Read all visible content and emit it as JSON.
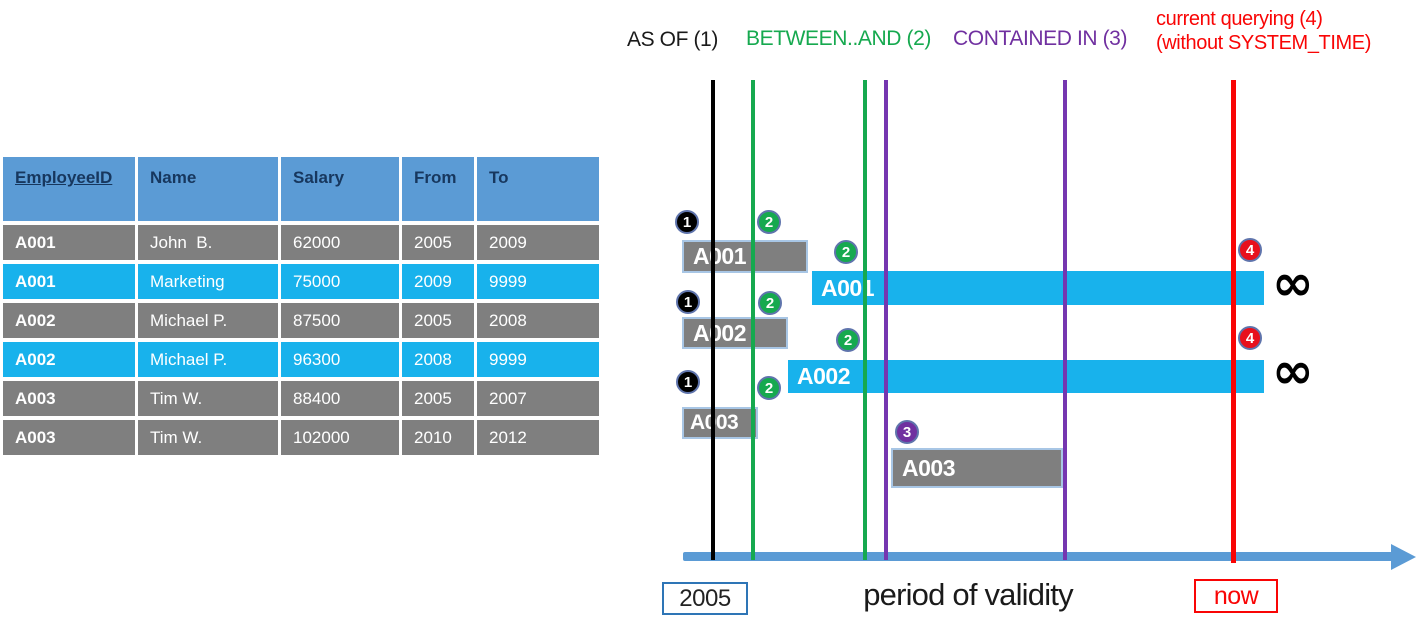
{
  "colors": {
    "header_blue": "#5B9BD5",
    "row_gray": "#7F7F7F",
    "row_cyan": "#18B2EC",
    "green": "#16A94F",
    "purple": "#7030A0",
    "red": "#F90505",
    "black": "#000000",
    "axis_blue": "#5B9BD5",
    "year_box_border": "#2E75B6"
  },
  "table": {
    "columns": [
      "EmployeeID",
      "Name",
      "Salary",
      "From",
      "To"
    ],
    "rows": [
      {
        "variant": "gray",
        "cells": [
          "A001",
          "John  B.",
          "62000",
          "2005",
          "2009"
        ]
      },
      {
        "variant": "cyan",
        "cells": [
          "A001",
          "Marketing",
          "75000",
          "2009",
          "9999"
        ]
      },
      {
        "variant": "gray",
        "cells": [
          "A002",
          "Michael P.",
          "87500",
          "2005",
          "2008"
        ]
      },
      {
        "variant": "cyan",
        "cells": [
          "A002",
          "Michael P.",
          "96300",
          "2008",
          "9999"
        ]
      },
      {
        "variant": "gray",
        "cells": [
          "A003",
          "Tim W.",
          "88400",
          "2005",
          "2007"
        ]
      },
      {
        "variant": "gray",
        "cells": [
          "A003",
          "Tim W.",
          "102000",
          "2010",
          "2012"
        ]
      }
    ]
  },
  "legend": {
    "as_of": "AS OF (1)",
    "between_and": "BETWEEN..AND (2)",
    "contained_in": "CONTAINED IN (3)",
    "current_querying": "current querying (4)\n(without SYSTEM_TIME)"
  },
  "timeline": {
    "bars": [
      {
        "label": "A001",
        "variant": "gray"
      },
      {
        "label": "A001",
        "variant": "cyan"
      },
      {
        "label": "A002",
        "variant": "gray"
      },
      {
        "label": "A002",
        "variant": "cyan"
      },
      {
        "label": "A003",
        "variant": "gray"
      },
      {
        "label": "A003",
        "variant": "gray"
      }
    ],
    "badges": [
      "1",
      "2",
      "2",
      "1",
      "2",
      "2",
      "1",
      "2",
      "3",
      "4",
      "4"
    ],
    "infinity": "∞",
    "axis": {
      "start_label": "2005",
      "title": "period of validity",
      "end_label": "now"
    }
  }
}
